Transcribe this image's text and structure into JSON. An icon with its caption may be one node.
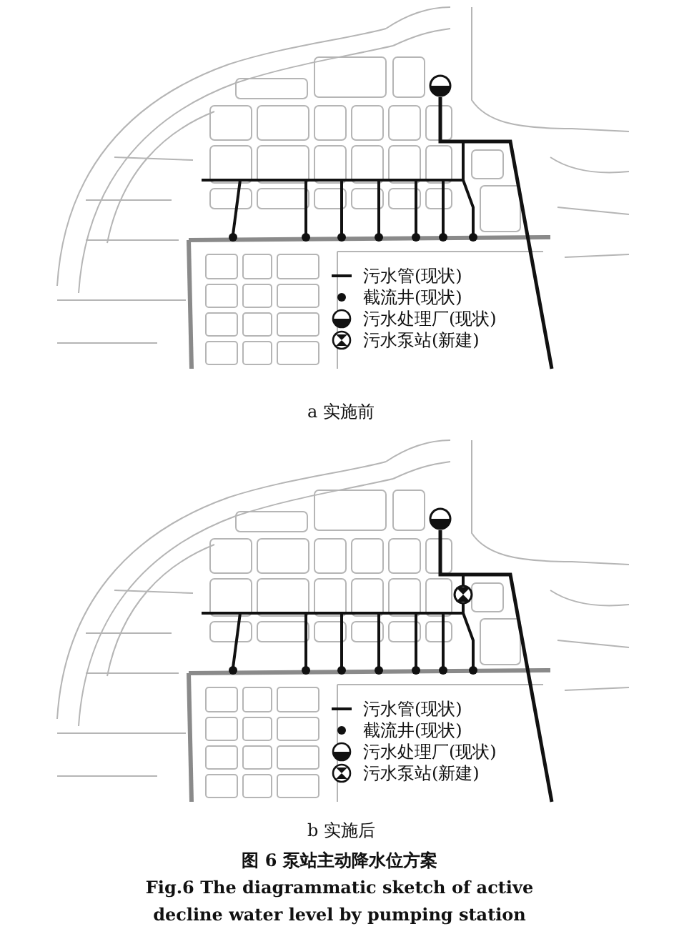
{
  "diagram": {
    "title": "图 6 泵站主动降水位方案",
    "caption": "Fig.6 The diagrammatic sketch of active decline water level by pumping station",
    "labels": [
      "a 实施前",
      "b 实施后"
    ],
    "legend": [
      {
        "text": "污水管(现状)"
      },
      {
        "text": "截流井(现状)"
      },
      {
        "text": "污水处理厂(现状)"
      },
      {
        "text": "污水泵站(新建)"
      },
      {
        "text": "污水管(现状)"
      },
      {
        "text": "截流井(现状)"
      },
      {
        "text": "污水处理厂(现状)"
      },
      {
        "text": "污水泵站(新建)"
      }
    ]
  }
}
